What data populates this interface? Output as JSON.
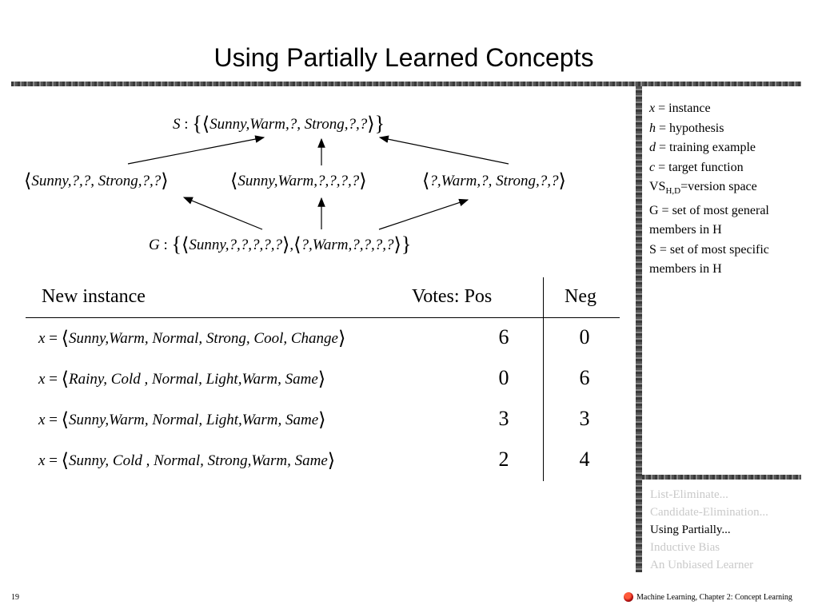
{
  "slide": {
    "title": "Using Partially Learned Concepts",
    "page_number": "19",
    "footer": "Machine Learning, Chapter 2: Concept Learning"
  },
  "version_space": {
    "S": {
      "label": "S",
      "set": [
        "Sunny,Warm,?, Strong,?,?"
      ]
    },
    "middle": [
      "Sunny,?,?, Strong,?,?",
      "Sunny,Warm,?,?,?,?",
      "?,Warm,?, Strong,?,?"
    ],
    "G": {
      "label": "G",
      "set": [
        "Sunny,?,?,?,?,?",
        "?,Warm,?,?,?,?"
      ]
    }
  },
  "legend": [
    {
      "sym": "x",
      "text": " = instance"
    },
    {
      "sym": "h",
      "text": " = hypothesis"
    },
    {
      "sym": "d",
      "text": " = training example"
    },
    {
      "sym": "c",
      "text": " = target function"
    },
    {
      "vs": "VS",
      "sub": "H,D",
      "text": "=version space"
    },
    {
      "plain": "G = set of most general"
    },
    {
      "plain": "members in H"
    },
    {
      "plain": "S = set of most specific"
    },
    {
      "plain": "members in H"
    }
  ],
  "table": {
    "header_instance": "New instance",
    "header_pos": "Votes: Pos",
    "header_neg": "Neg",
    "rows": [
      {
        "x": "x",
        "instance": "Sunny,Warm, Normal, Strong, Cool, Change",
        "pos": "6",
        "neg": "0"
      },
      {
        "x": "x",
        "instance": "Rainy, Cold , Normal, Light,Warm, Same",
        "pos": "0",
        "neg": "6"
      },
      {
        "x": "x",
        "instance": "Sunny,Warm, Normal, Light,Warm, Same",
        "pos": "3",
        "neg": "3"
      },
      {
        "x": "x",
        "instance": "Sunny, Cold , Normal, Strong,Warm, Same",
        "pos": "2",
        "neg": "4"
      }
    ]
  },
  "nav": [
    {
      "label": "List-Eliminate...",
      "current": false
    },
    {
      "label": "Candidate-Elimination...",
      "current": false
    },
    {
      "label": "Using Partially...",
      "current": true
    },
    {
      "label": "Inductive Bias",
      "current": false
    },
    {
      "label": "An Unbiased Learner",
      "current": false
    }
  ],
  "colors": {
    "nav_dim": "#c9c9c9",
    "bar": "#555555"
  }
}
